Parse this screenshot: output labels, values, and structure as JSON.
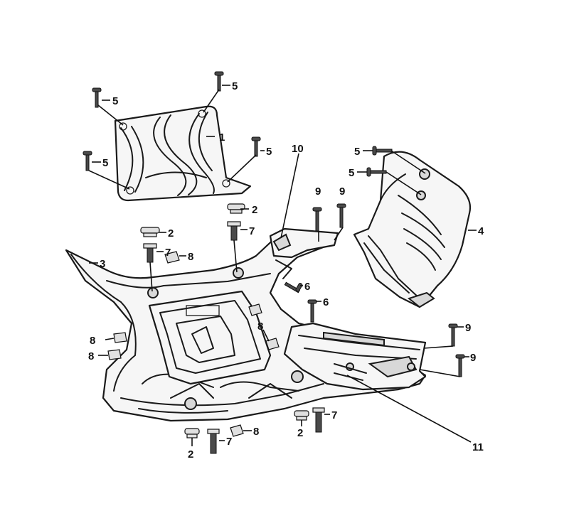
{
  "diagram": {
    "callouts": [
      {
        "id": "c1",
        "label": "1"
      },
      {
        "id": "c2a",
        "label": "2"
      },
      {
        "id": "c2b",
        "label": "2"
      },
      {
        "id": "c2c",
        "label": "2"
      },
      {
        "id": "c2d",
        "label": "2"
      },
      {
        "id": "c3",
        "label": "3"
      },
      {
        "id": "c4",
        "label": "4"
      },
      {
        "id": "c5a",
        "label": "5"
      },
      {
        "id": "c5b",
        "label": "5"
      },
      {
        "id": "c5c",
        "label": "5"
      },
      {
        "id": "c5d",
        "label": "5"
      },
      {
        "id": "c5e",
        "label": "5"
      },
      {
        "id": "c5f",
        "label": "5"
      },
      {
        "id": "c6a",
        "label": "6"
      },
      {
        "id": "c6b",
        "label": "6"
      },
      {
        "id": "c7a",
        "label": "7"
      },
      {
        "id": "c7b",
        "label": "7"
      },
      {
        "id": "c7c",
        "label": "7"
      },
      {
        "id": "c7d",
        "label": "7"
      },
      {
        "id": "c8a",
        "label": "8"
      },
      {
        "id": "c8b",
        "label": "8"
      },
      {
        "id": "c8c",
        "label": "8"
      },
      {
        "id": "c8d",
        "label": "8"
      },
      {
        "id": "c8e",
        "label": "8"
      },
      {
        "id": "c9a",
        "label": "9"
      },
      {
        "id": "c9b",
        "label": "9"
      },
      {
        "id": "c9c",
        "label": "9"
      },
      {
        "id": "c9d",
        "label": "9"
      },
      {
        "id": "c10",
        "label": "10"
      },
      {
        "id": "c11",
        "label": "11"
      }
    ]
  }
}
